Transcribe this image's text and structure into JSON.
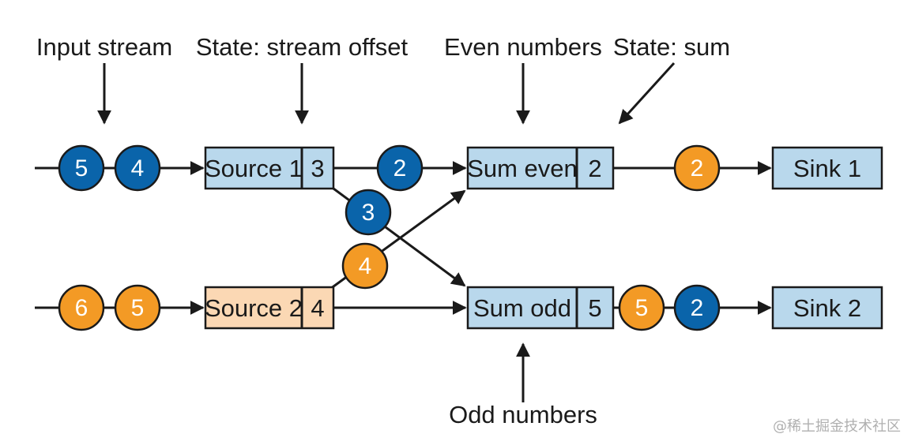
{
  "labels": {
    "input_stream": "Input stream",
    "state_offset": "State: stream offset",
    "even_numbers": "Even numbers",
    "state_sum": "State: sum",
    "odd_numbers": "Odd numbers"
  },
  "operators": {
    "source1": {
      "name": "Source 1",
      "state": "3"
    },
    "source2": {
      "name": "Source 2",
      "state": "4"
    },
    "sum_even": {
      "name": "Sum even",
      "state": "2"
    },
    "sum_odd": {
      "name": "Sum odd",
      "state": "5"
    },
    "sink1": {
      "name": "Sink 1"
    },
    "sink2": {
      "name": "Sink 2"
    }
  },
  "tokens": {
    "in1_a": "5",
    "in1_b": "4",
    "in2_a": "6",
    "in2_b": "5",
    "s1_to_even": "2",
    "s1_to_odd": "3",
    "s2_to_even": "4",
    "even_out": "2",
    "odd_out_a": "5",
    "odd_out_b": "2"
  },
  "colors": {
    "blue_token": "#0a64aa",
    "orange_token": "#f39a25",
    "blue_box": "#b9d8ec",
    "orange_box": "#fbd8b4"
  },
  "watermark": "@稀土掘金技术社区"
}
